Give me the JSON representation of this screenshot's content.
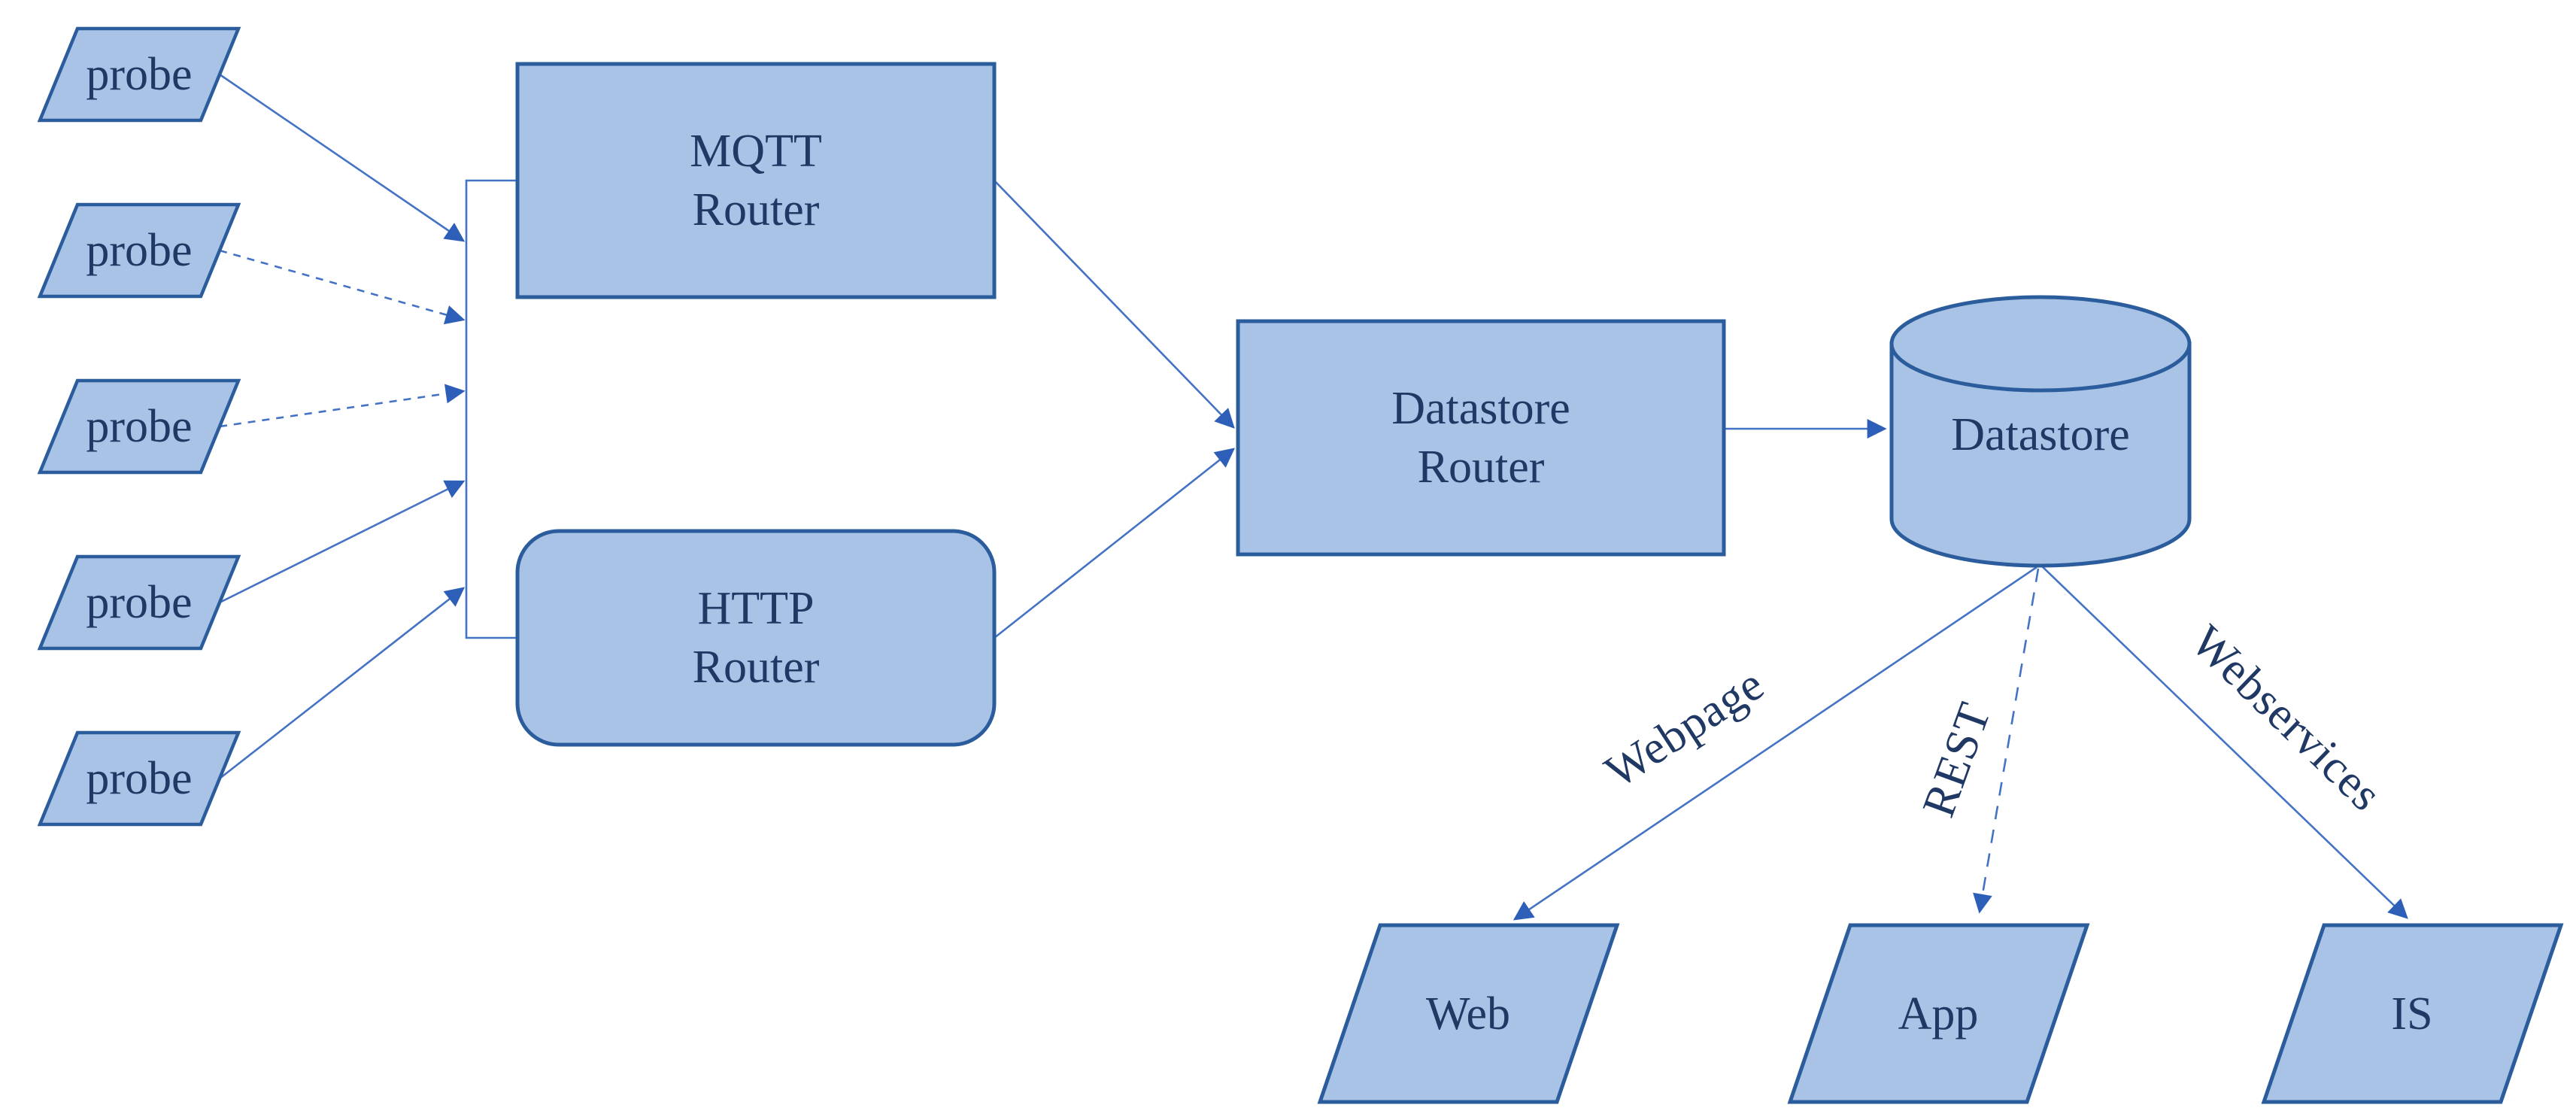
{
  "diagram": {
    "probes": [
      "probe",
      "probe",
      "probe",
      "probe",
      "probe"
    ],
    "nodes": {
      "mqtt_router": {
        "lines": [
          "MQTT",
          "Router"
        ]
      },
      "http_router": {
        "lines": [
          "HTTP",
          "Router"
        ]
      },
      "datastore_router": {
        "lines": [
          "Datastore",
          "Router"
        ]
      },
      "datastore": {
        "label": "Datastore"
      },
      "web": {
        "label": "Web"
      },
      "app": {
        "label": "App"
      },
      "is": {
        "label": "IS"
      }
    },
    "edges": {
      "webpage": {
        "label": "Webpage"
      },
      "rest": {
        "label": "REST"
      },
      "webservices": {
        "label": "Webservices"
      }
    },
    "colors": {
      "shape_fill": "#a8c3e6",
      "shape_stroke": "#2b5c9c",
      "connector": "#4472c4",
      "arrowhead": "#2e5fb8",
      "label_text": "#1f3864",
      "background": "#ffffff"
    }
  }
}
